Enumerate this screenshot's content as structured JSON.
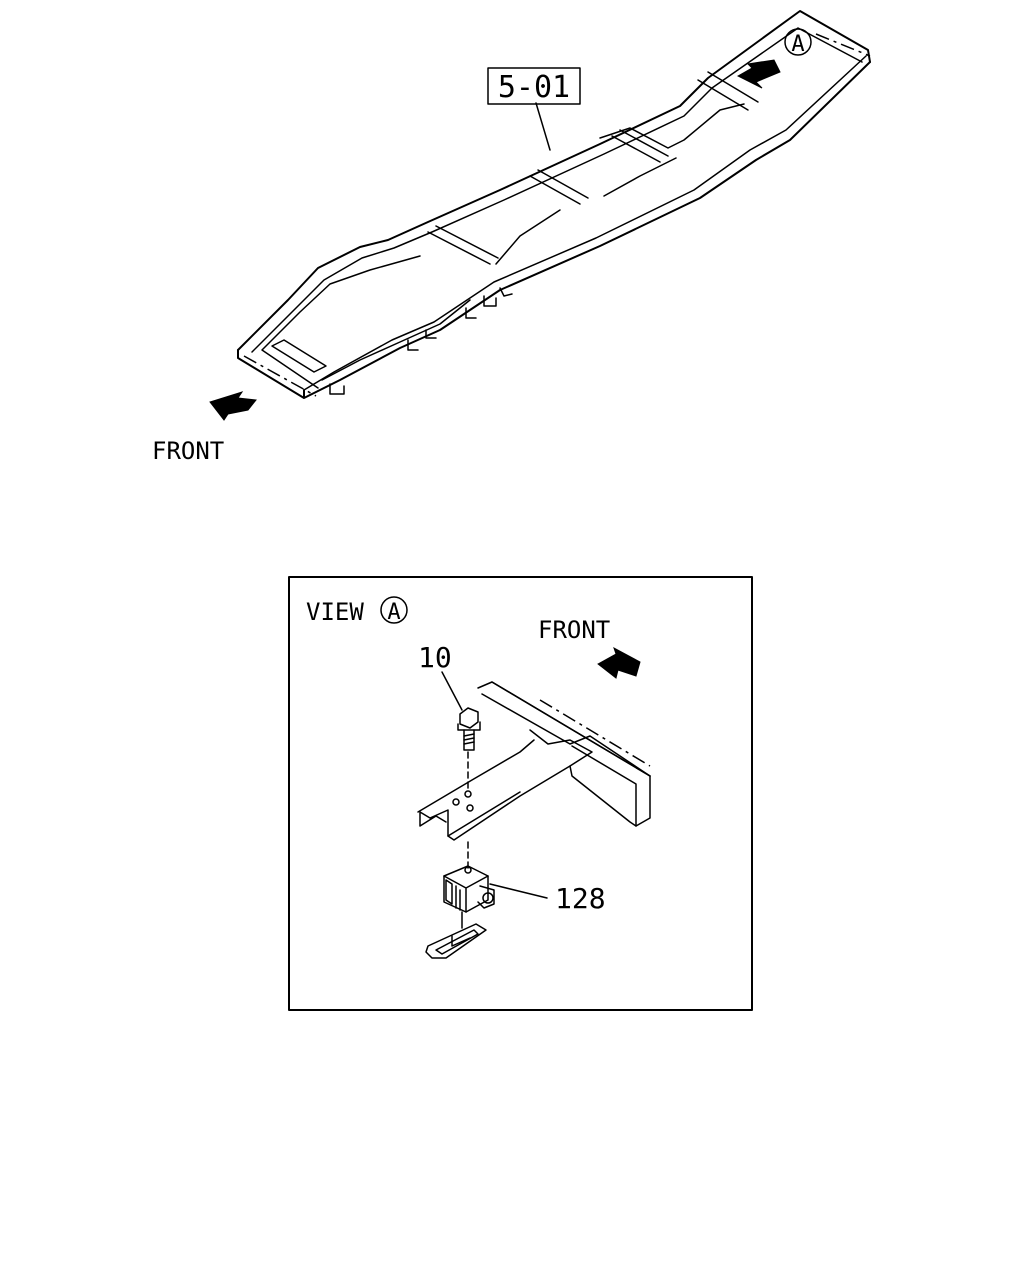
{
  "frame_view": {
    "ref_label": "5-01",
    "view_marker": "A",
    "front_label": "FRONT"
  },
  "detail_view": {
    "view_label": "VIEW",
    "view_marker": "A",
    "front_label": "FRONT",
    "parts": [
      {
        "number": "10"
      },
      {
        "number": "128"
      }
    ]
  }
}
